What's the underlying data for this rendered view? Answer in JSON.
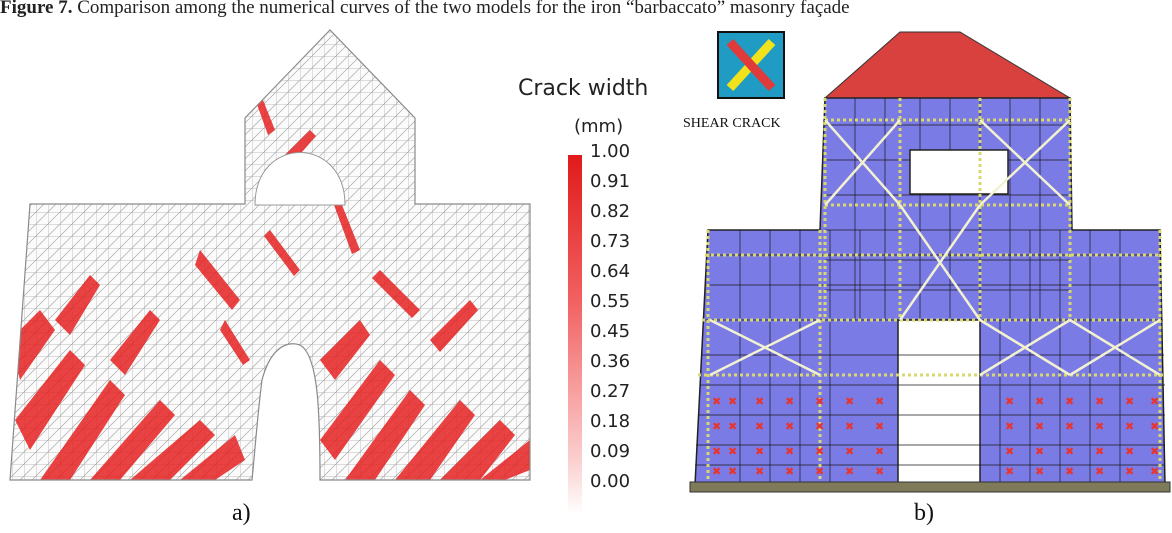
{
  "caption": {
    "bold_prefix": "Figure 7.",
    "text": " Comparison among the numerical curves of the two models for the iron “barbaccato” masonry façade"
  },
  "panel_a": {
    "label": "a)",
    "legend_title": "Crack width",
    "legend_unit": "(mm)",
    "ticks": [
      "1.00",
      "0.91",
      "0.82",
      "0.73",
      "0.64",
      "0.55",
      "0.45",
      "0.36",
      "0.27",
      "0.18",
      "0.09",
      "0.00"
    ],
    "colors": {
      "max": "#e01a1a",
      "mesh": "#b0b0b0",
      "min": "#ffffff"
    }
  },
  "panel_b": {
    "label": "b)",
    "legend_symbol_label": "SHEAR CRACK",
    "colors": {
      "wall": "#7b7be6",
      "roof": "#d8413e",
      "ground": "#7e7a5a",
      "diagonal": "#f2f2d0",
      "marker": "#e8352e"
    }
  }
}
